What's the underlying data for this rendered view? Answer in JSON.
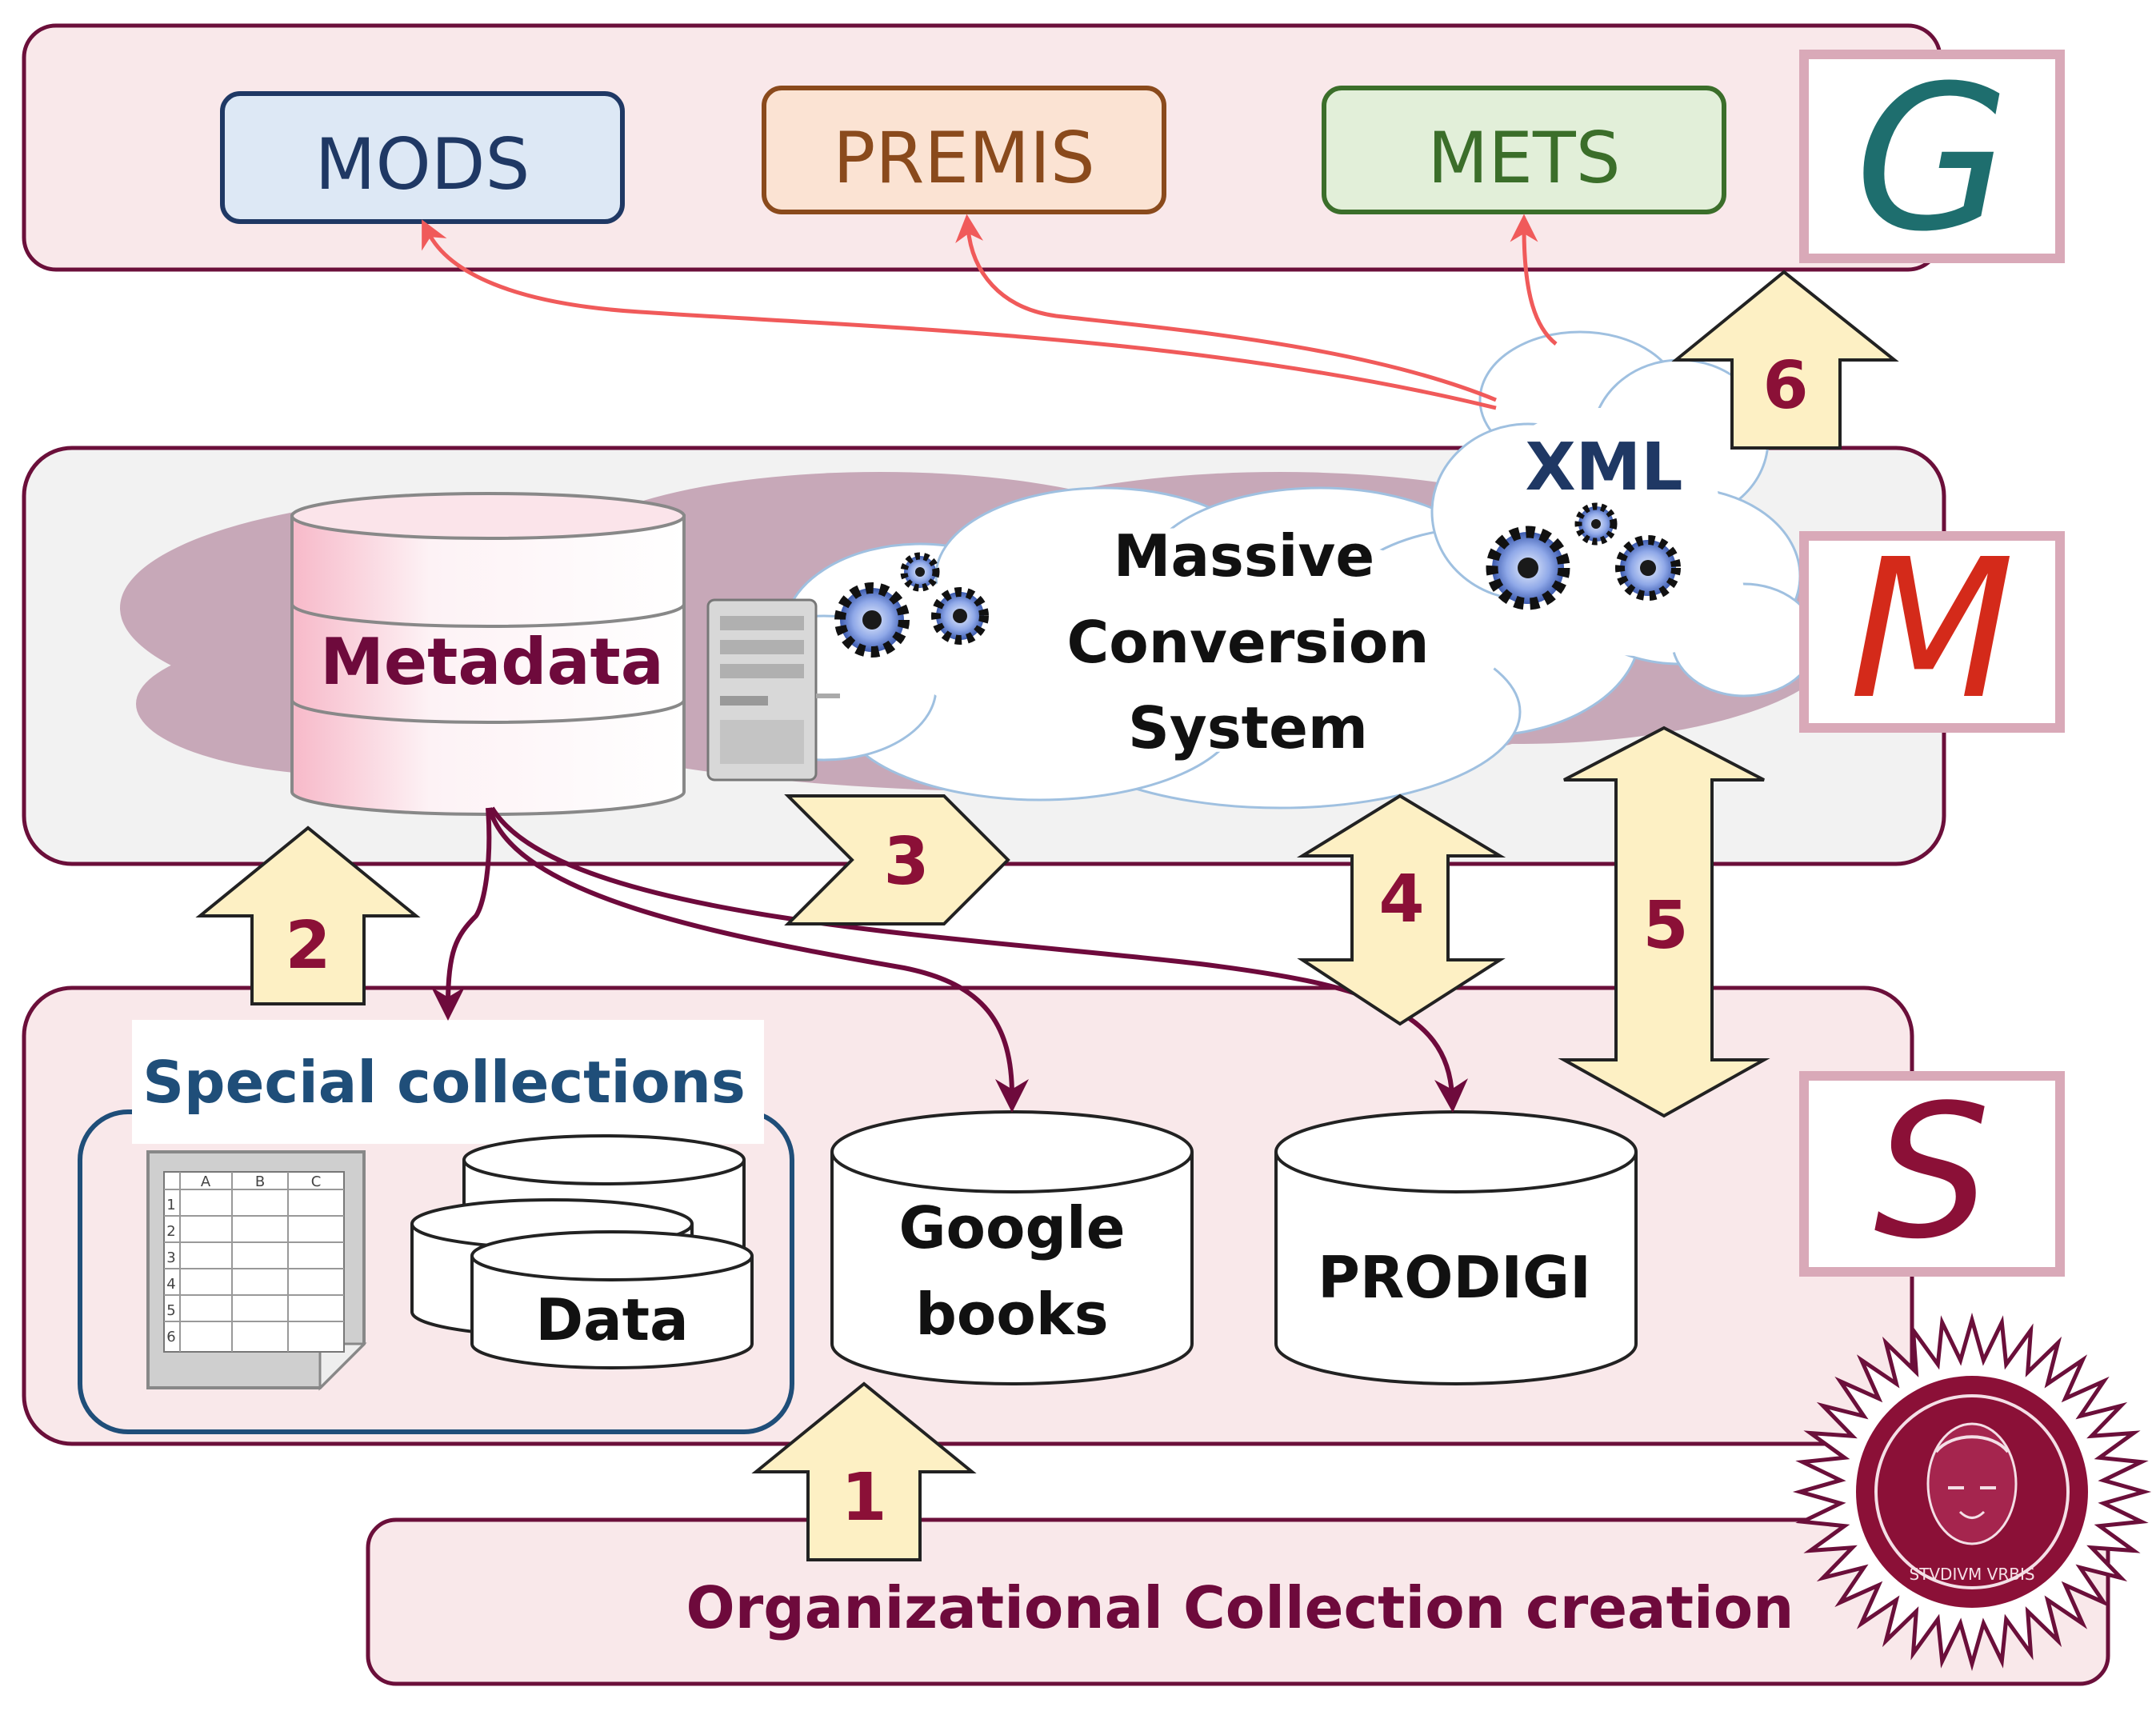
{
  "top_row": {
    "mods_label": "MODS",
    "premis_label": "PREMIS",
    "mets_label": "METS"
  },
  "middle_row": {
    "metadata_label": "Metadata",
    "mcs_line1": "Massive",
    "mcs_line2": "Conversion",
    "mcs_line3": "System",
    "xml_label": "XML"
  },
  "bottom_row": {
    "special_collections_label": "Special collections",
    "data_label": "Data",
    "google_line1": "Google",
    "google_line2": "books",
    "prodigi_label": "PRODIGI",
    "spreadsheet_columns": [
      "A",
      "B",
      "C"
    ],
    "spreadsheet_rows": [
      "1",
      "2",
      "3",
      "4",
      "5",
      "6"
    ]
  },
  "org_label": "Organizational Collection creation",
  "steps": {
    "s1": "1",
    "s2": "2",
    "s3": "3",
    "s4": "4",
    "s5": "5",
    "s6": "6"
  },
  "logos": {
    "g_letter": "G",
    "m_letter": "M",
    "s_letter": "S",
    "seal_text": "STVDIVM VRBIS"
  },
  "colors": {
    "panel_border": "#6b0f3a",
    "top_panel_fill": "#f9e8ea",
    "middle_panel_fill": "#f2f2f2",
    "bottom_panel_fill": "#f9e8ea",
    "step_arrow_fill": "#fdf0c4",
    "step_number": "#8b1037",
    "red_arrow": "#f05a5a",
    "purple_arrow": "#6e0a3c",
    "mods_fill": "#dde8f5",
    "mods_stroke": "#1f3864",
    "premis_fill": "#fbe3d3",
    "premis_stroke": "#8a4a1c",
    "mets_fill": "#e2efd9",
    "mets_stroke": "#3b6e2a",
    "special_text": "#1f4e79",
    "org_text": "#6e0a3c"
  }
}
